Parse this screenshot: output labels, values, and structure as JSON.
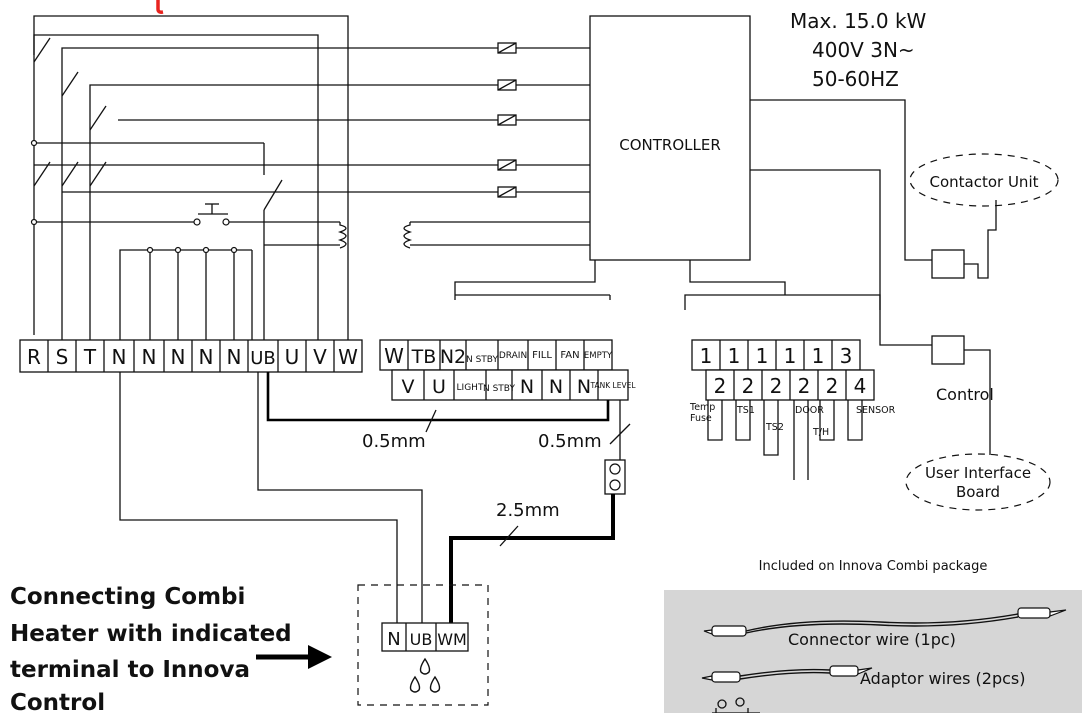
{
  "specs": {
    "power": "Max. 15.0 kW",
    "voltage": "400V 3N~",
    "frequency": "50-60HZ"
  },
  "controller": {
    "label": "CONTROLLER"
  },
  "contactor_unit": {
    "label": "Contactor Unit"
  },
  "control_label": "Control",
  "user_interface": {
    "line1": "User Interface",
    "line2": "Board"
  },
  "main_terminals": [
    "R",
    "S",
    "T",
    "N",
    "N",
    "N",
    "N",
    "N",
    "UB",
    "U",
    "V",
    "W"
  ],
  "control_terminals_top": [
    "W",
    "TB",
    "N2",
    "N STBY",
    "DRAIN",
    "FILL",
    "FAN",
    "EMPTY"
  ],
  "control_terminals_bottom": [
    "V",
    "U",
    "LIGHT",
    "N STBY",
    "N",
    "N",
    "N",
    "TANK LEVEL"
  ],
  "sensor_terminals_top": [
    "1",
    "1",
    "1",
    "1",
    "1",
    "3"
  ],
  "sensor_terminals_bottom": [
    "2",
    "2",
    "2",
    "2",
    "2",
    "4"
  ],
  "sensor_labels": {
    "temp": "Temp",
    "fuse": "Fuse",
    "ts1": "TS1",
    "ts2": "TS2",
    "door": "DOOR",
    "th": "T/H",
    "sensor": "SENSOR"
  },
  "wire_sizes": {
    "left": "0.5mm",
    "right": "0.5mm",
    "heater": "2.5mm"
  },
  "heater_terminals": [
    "N",
    "UB",
    "WM"
  ],
  "caption": [
    "Connecting Combi",
    "Heater with indicated",
    "terminal to Innova",
    "Control"
  ],
  "package": {
    "title": "Included on Innova Combi package",
    "connector_wire": "Connector wire (1pc)",
    "adaptor_wires": "Adaptor wires (2pcs)"
  },
  "colors": {
    "accent_red": "#e8231f",
    "package_bg": "#d6d6d6"
  }
}
